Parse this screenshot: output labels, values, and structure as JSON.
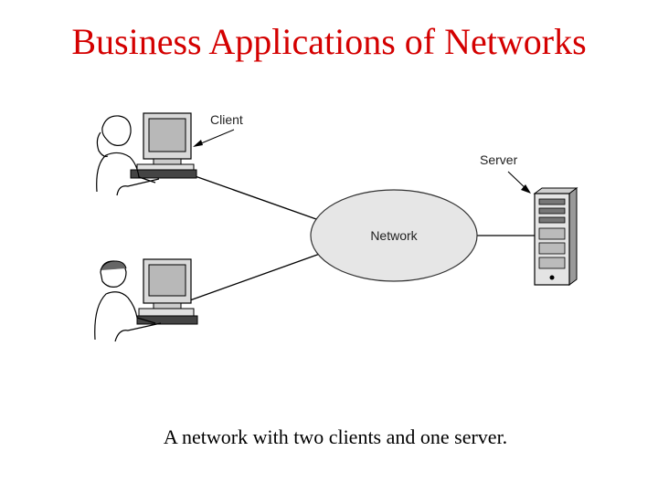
{
  "title": "Business Applications of Networks",
  "caption": "A network with two clients and one server.",
  "diagram": {
    "labels": {
      "client": "Client",
      "server": "Server",
      "network": "Network"
    },
    "nodes": [
      {
        "id": "client-1",
        "kind": "client-workstation",
        "icon": "woman-at-computer-icon"
      },
      {
        "id": "client-2",
        "kind": "client-workstation",
        "icon": "man-at-computer-icon"
      },
      {
        "id": "network",
        "kind": "network-cloud"
      },
      {
        "id": "server",
        "kind": "server",
        "icon": "server-tower-icon"
      }
    ],
    "edges": [
      {
        "from": "client-1",
        "to": "network"
      },
      {
        "from": "client-2",
        "to": "network"
      },
      {
        "from": "network",
        "to": "server"
      }
    ]
  }
}
